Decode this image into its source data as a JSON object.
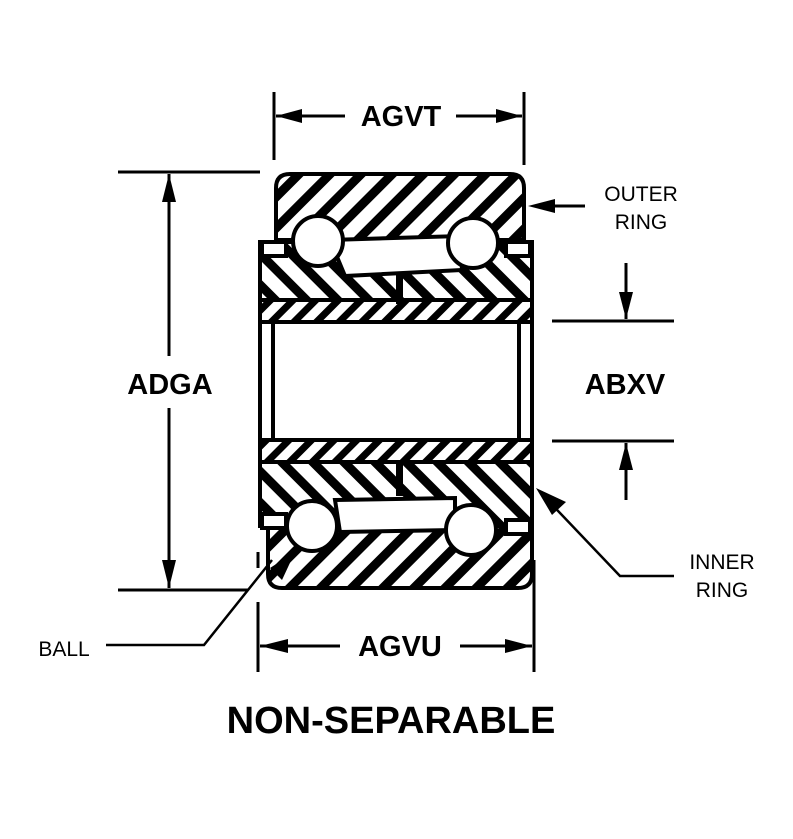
{
  "diagram": {
    "title": "NON-SEPARABLE",
    "colors": {
      "ink": "#000000",
      "background": "#ffffff"
    },
    "dimensions": {
      "width_outer": "AGVT",
      "width_inner": "AGVU",
      "outer_diameter": "ADGA",
      "bore_diameter": "ABXV"
    },
    "callouts": {
      "outer_ring_line1": "OUTER",
      "outer_ring_line2": "RING",
      "inner_ring_line1": "INNER",
      "inner_ring_line2": "RING",
      "ball": "BALL"
    },
    "component": "double-row ball bearing cross-section"
  }
}
